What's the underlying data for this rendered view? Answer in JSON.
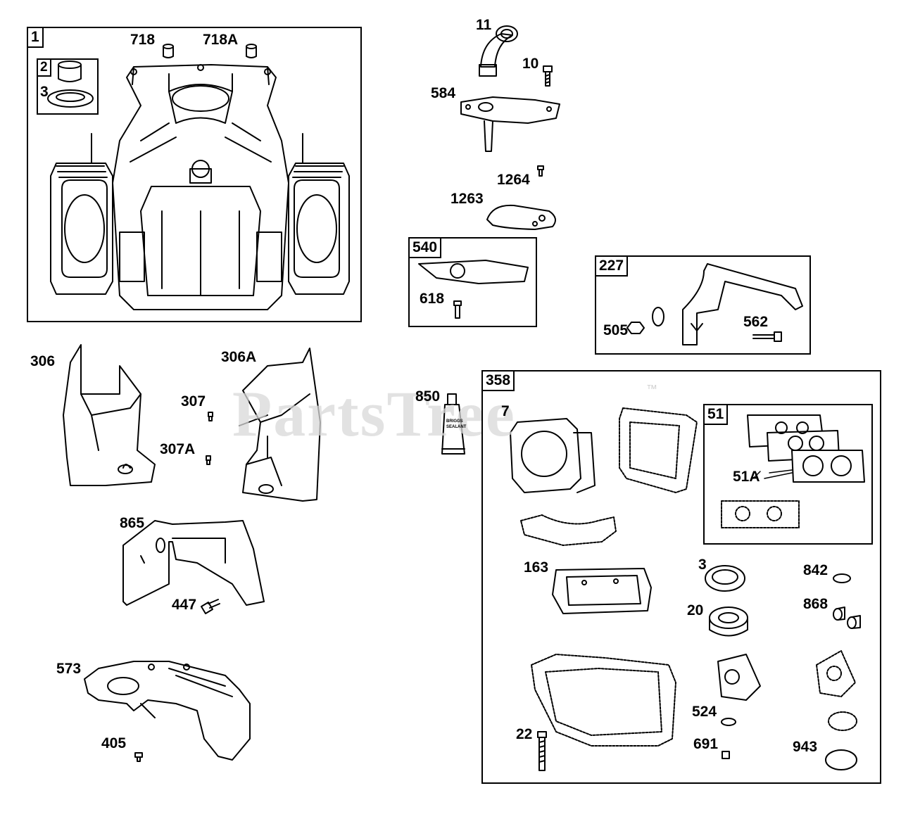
{
  "watermark": {
    "text": "PartsTree",
    "trademark": "™"
  },
  "groups": [
    {
      "id": "g1",
      "label": "1"
    },
    {
      "id": "g2",
      "label": "2"
    },
    {
      "id": "g540",
      "label": "540"
    },
    {
      "id": "g227",
      "label": "227"
    },
    {
      "id": "g358",
      "label": "358"
    },
    {
      "id": "g51",
      "label": "51"
    }
  ],
  "callouts": {
    "c718": "718",
    "c718A": "718A",
    "c3a": "3",
    "c11": "11",
    "c10": "10",
    "c584": "584",
    "c1264": "1264",
    "c1263": "1263",
    "c618": "618",
    "c505": "505",
    "c562": "562",
    "c306": "306",
    "c306A": "306A",
    "c307": "307",
    "c307A": "307A",
    "c850": "850",
    "c865": "865",
    "c447": "447",
    "c573": "573",
    "c405": "405",
    "c7": "7",
    "c51A": "51A",
    "c163": "163",
    "c3b": "3",
    "c842": "842",
    "c20": "20",
    "c868": "868",
    "c524": "524",
    "c22": "22",
    "c691": "691",
    "c943": "943"
  },
  "tube_text": {
    "line1": "BRIGGS",
    "line2": "SEALANT"
  }
}
